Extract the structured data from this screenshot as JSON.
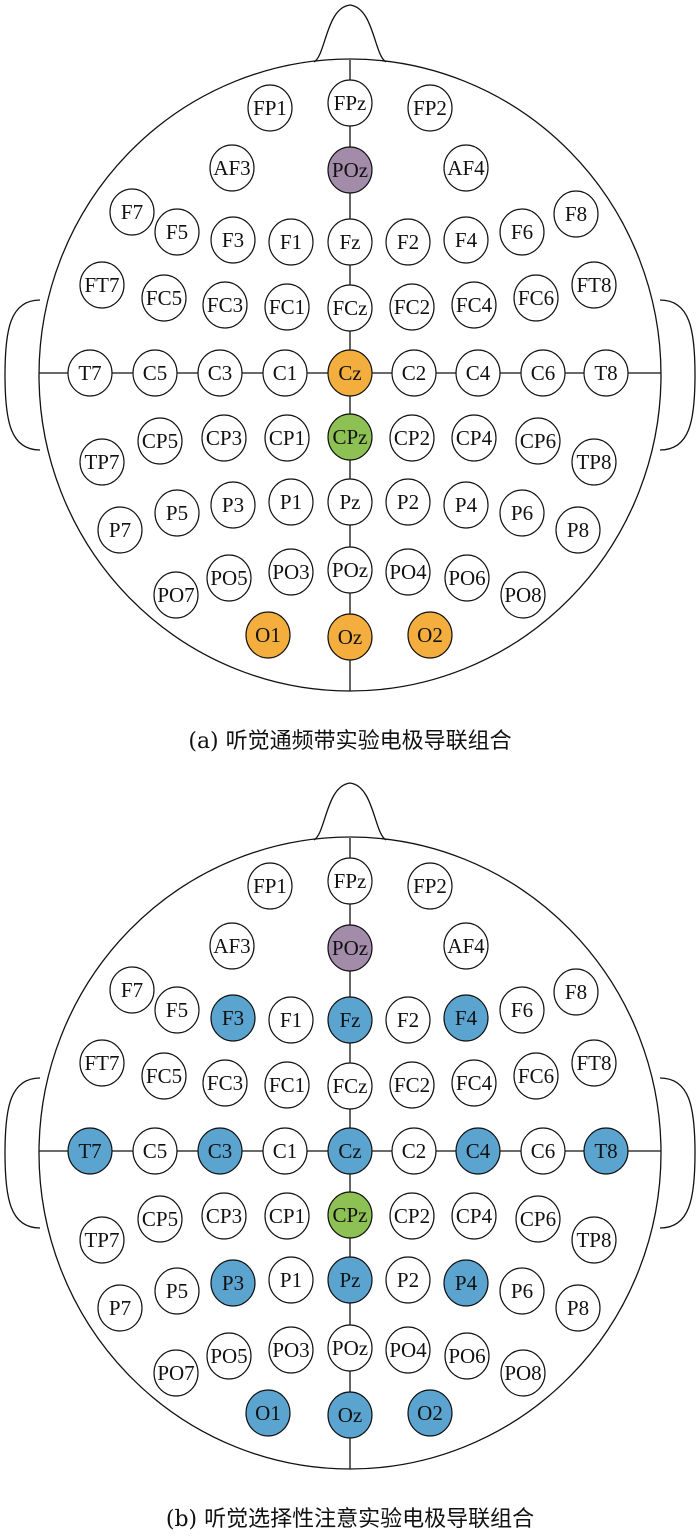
{
  "colors": {
    "purple": "#a38ca9",
    "orange": "#f3ae3e",
    "green": "#8dc153",
    "blue": "#5ba4d0",
    "white": "#ffffff"
  },
  "panels": [
    {
      "caption": "(a) 听觉通频带实验电极导联组合",
      "electrodes": [
        {
          "label": "FP1",
          "fill": "white"
        },
        {
          "label": "FPz",
          "fill": "white"
        },
        {
          "label": "FP2",
          "fill": "white"
        },
        {
          "label": "AF3",
          "fill": "white"
        },
        {
          "label": "POz",
          "fill": "purple"
        },
        {
          "label": "AF4",
          "fill": "white"
        },
        {
          "label": "F7",
          "fill": "white"
        },
        {
          "label": "F5",
          "fill": "white"
        },
        {
          "label": "F3",
          "fill": "white"
        },
        {
          "label": "F1",
          "fill": "white"
        },
        {
          "label": "Fz",
          "fill": "white"
        },
        {
          "label": "F2",
          "fill": "white"
        },
        {
          "label": "F4",
          "fill": "white"
        },
        {
          "label": "F6",
          "fill": "white"
        },
        {
          "label": "F8",
          "fill": "white"
        },
        {
          "label": "FT7",
          "fill": "white"
        },
        {
          "label": "FC5",
          "fill": "white"
        },
        {
          "label": "FC3",
          "fill": "white"
        },
        {
          "label": "FC1",
          "fill": "white"
        },
        {
          "label": "FCz",
          "fill": "white"
        },
        {
          "label": "FC2",
          "fill": "white"
        },
        {
          "label": "FC4",
          "fill": "white"
        },
        {
          "label": "FC6",
          "fill": "white"
        },
        {
          "label": "FT8",
          "fill": "white"
        },
        {
          "label": "T7",
          "fill": "white"
        },
        {
          "label": "C5",
          "fill": "white"
        },
        {
          "label": "C3",
          "fill": "white"
        },
        {
          "label": "C1",
          "fill": "white"
        },
        {
          "label": "Cz",
          "fill": "orange"
        },
        {
          "label": "C2",
          "fill": "white"
        },
        {
          "label": "C4",
          "fill": "white"
        },
        {
          "label": "C6",
          "fill": "white"
        },
        {
          "label": "T8",
          "fill": "white"
        },
        {
          "label": "TP7",
          "fill": "white"
        },
        {
          "label": "CP5",
          "fill": "white"
        },
        {
          "label": "CP3",
          "fill": "white"
        },
        {
          "label": "CP1",
          "fill": "white"
        },
        {
          "label": "CPz",
          "fill": "green"
        },
        {
          "label": "CP2",
          "fill": "white"
        },
        {
          "label": "CP4",
          "fill": "white"
        },
        {
          "label": "CP6",
          "fill": "white"
        },
        {
          "label": "TP8",
          "fill": "white"
        },
        {
          "label": "P7",
          "fill": "white"
        },
        {
          "label": "P5",
          "fill": "white"
        },
        {
          "label": "P3",
          "fill": "white"
        },
        {
          "label": "P1",
          "fill": "white"
        },
        {
          "label": "Pz",
          "fill": "white"
        },
        {
          "label": "P2",
          "fill": "white"
        },
        {
          "label": "P4",
          "fill": "white"
        },
        {
          "label": "P6",
          "fill": "white"
        },
        {
          "label": "P8",
          "fill": "white"
        },
        {
          "label": "PO7",
          "fill": "white"
        },
        {
          "label": "PO5",
          "fill": "white"
        },
        {
          "label": "PO3",
          "fill": "white"
        },
        {
          "label": "POz",
          "fill": "white"
        },
        {
          "label": "PO4",
          "fill": "white"
        },
        {
          "label": "PO6",
          "fill": "white"
        },
        {
          "label": "PO8",
          "fill": "white"
        },
        {
          "label": "O1",
          "fill": "orange"
        },
        {
          "label": "Oz",
          "fill": "orange"
        },
        {
          "label": "O2",
          "fill": "orange"
        }
      ]
    },
    {
      "caption": "(b) 听觉选择性注意实验电极导联组合",
      "electrodes": [
        {
          "label": "FP1",
          "fill": "white"
        },
        {
          "label": "FPz",
          "fill": "white"
        },
        {
          "label": "FP2",
          "fill": "white"
        },
        {
          "label": "AF3",
          "fill": "white"
        },
        {
          "label": "POz",
          "fill": "purple"
        },
        {
          "label": "AF4",
          "fill": "white"
        },
        {
          "label": "F7",
          "fill": "white"
        },
        {
          "label": "F5",
          "fill": "white"
        },
        {
          "label": "F3",
          "fill": "blue"
        },
        {
          "label": "F1",
          "fill": "white"
        },
        {
          "label": "Fz",
          "fill": "blue"
        },
        {
          "label": "F2",
          "fill": "white"
        },
        {
          "label": "F4",
          "fill": "blue"
        },
        {
          "label": "F6",
          "fill": "white"
        },
        {
          "label": "F8",
          "fill": "white"
        },
        {
          "label": "FT7",
          "fill": "white"
        },
        {
          "label": "FC5",
          "fill": "white"
        },
        {
          "label": "FC3",
          "fill": "white"
        },
        {
          "label": "FC1",
          "fill": "white"
        },
        {
          "label": "FCz",
          "fill": "white"
        },
        {
          "label": "FC2",
          "fill": "white"
        },
        {
          "label": "FC4",
          "fill": "white"
        },
        {
          "label": "FC6",
          "fill": "white"
        },
        {
          "label": "FT8",
          "fill": "white"
        },
        {
          "label": "T7",
          "fill": "blue"
        },
        {
          "label": "C5",
          "fill": "white"
        },
        {
          "label": "C3",
          "fill": "blue"
        },
        {
          "label": "C1",
          "fill": "white"
        },
        {
          "label": "Cz",
          "fill": "blue"
        },
        {
          "label": "C2",
          "fill": "white"
        },
        {
          "label": "C4",
          "fill": "blue"
        },
        {
          "label": "C6",
          "fill": "white"
        },
        {
          "label": "T8",
          "fill": "blue"
        },
        {
          "label": "TP7",
          "fill": "white"
        },
        {
          "label": "CP5",
          "fill": "white"
        },
        {
          "label": "CP3",
          "fill": "white"
        },
        {
          "label": "CP1",
          "fill": "white"
        },
        {
          "label": "CPz",
          "fill": "green"
        },
        {
          "label": "CP2",
          "fill": "white"
        },
        {
          "label": "CP4",
          "fill": "white"
        },
        {
          "label": "CP6",
          "fill": "white"
        },
        {
          "label": "TP8",
          "fill": "white"
        },
        {
          "label": "P7",
          "fill": "white"
        },
        {
          "label": "P5",
          "fill": "white"
        },
        {
          "label": "P3",
          "fill": "blue"
        },
        {
          "label": "P1",
          "fill": "white"
        },
        {
          "label": "Pz",
          "fill": "blue"
        },
        {
          "label": "P2",
          "fill": "white"
        },
        {
          "label": "P4",
          "fill": "blue"
        },
        {
          "label": "P6",
          "fill": "white"
        },
        {
          "label": "P8",
          "fill": "white"
        },
        {
          "label": "PO7",
          "fill": "white"
        },
        {
          "label": "PO5",
          "fill": "white"
        },
        {
          "label": "PO3",
          "fill": "white"
        },
        {
          "label": "POz",
          "fill": "white"
        },
        {
          "label": "PO4",
          "fill": "white"
        },
        {
          "label": "PO6",
          "fill": "white"
        },
        {
          "label": "PO8",
          "fill": "white"
        },
        {
          "label": "O1",
          "fill": "blue"
        },
        {
          "label": "Oz",
          "fill": "blue"
        },
        {
          "label": "O2",
          "fill": "blue"
        }
      ]
    }
  ]
}
